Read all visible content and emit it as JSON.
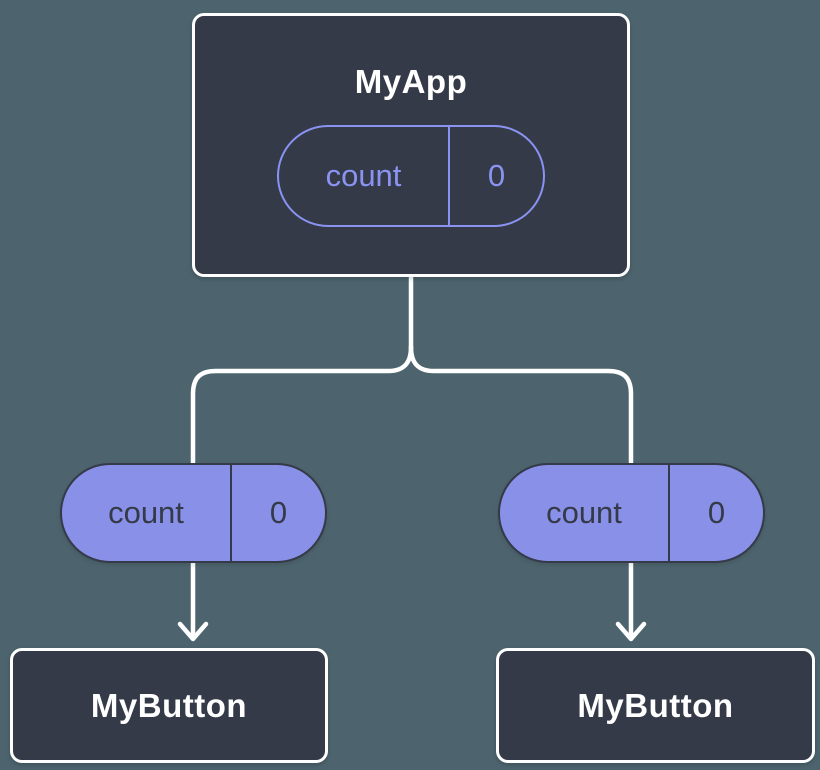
{
  "colors": {
    "background": "#4D646E",
    "card_fill": "#343A47",
    "card_border": "#FFFFFF",
    "pill_fill": "#8990E8",
    "pill_outline": "#8A93F2",
    "connector": "#FFFFFF",
    "text_light": "#FFFFFF",
    "text_dark": "#343A47"
  },
  "diagram": {
    "type": "component-tree",
    "root": {
      "title": "MyApp",
      "state_pill": {
        "label": "count",
        "value": "0",
        "style": "outline"
      }
    },
    "edges": [
      {
        "from": "MyApp",
        "to": "MyButton",
        "prop_pill": {
          "label": "count",
          "value": "0",
          "style": "filled"
        }
      },
      {
        "from": "MyApp",
        "to": "MyButton",
        "prop_pill": {
          "label": "count",
          "value": "0",
          "style": "filled"
        }
      }
    ],
    "children": [
      {
        "title": "MyButton"
      },
      {
        "title": "MyButton"
      }
    ]
  }
}
